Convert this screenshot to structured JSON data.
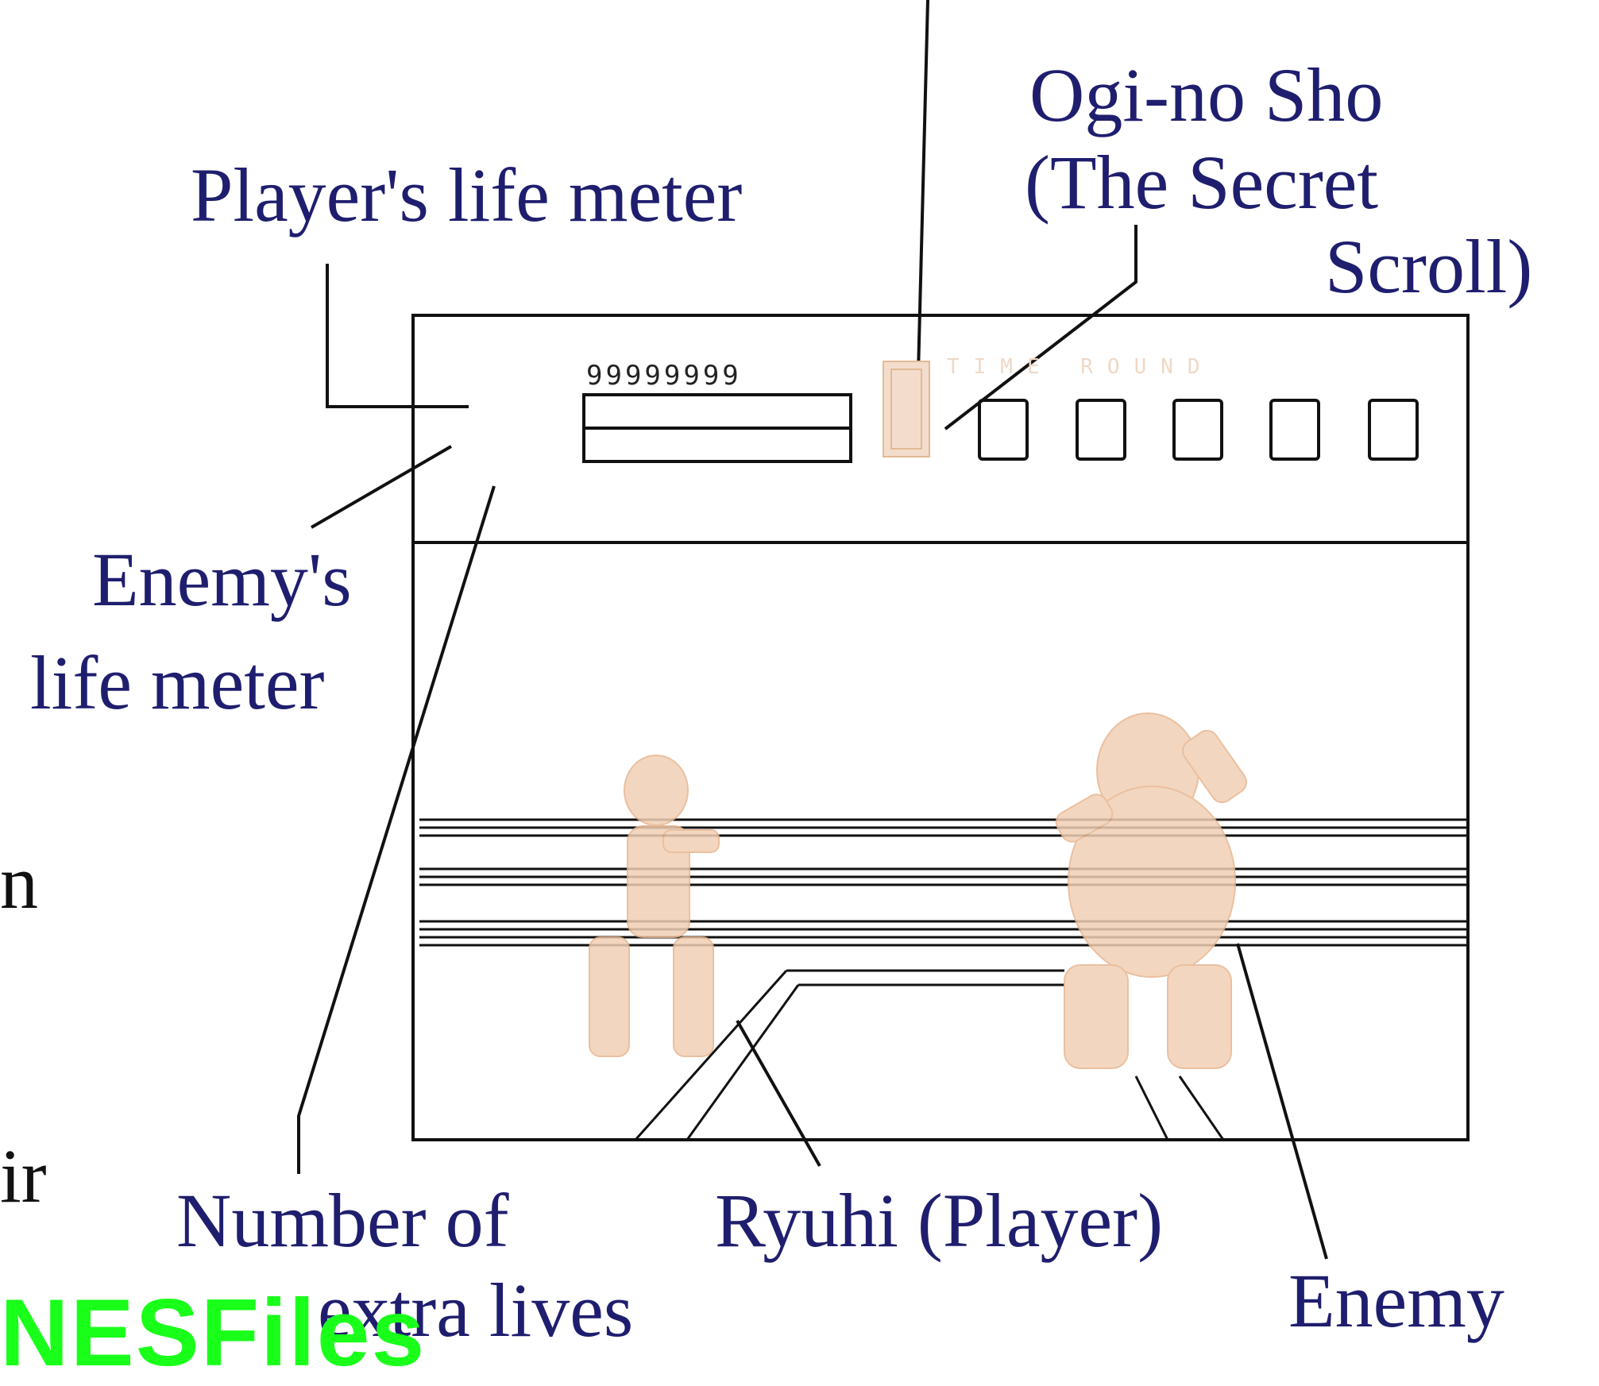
{
  "labels": {
    "ogi_no_sho": "Ogi-no Sho",
    "secret_scroll_1": "(The Secret",
    "secret_scroll_2": "Scroll)",
    "player_life": "Player's life meter",
    "enemy_life_1": "Enemy's",
    "enemy_life_2": "life meter",
    "lives_1": "Number of",
    "lives_2": "extra lives",
    "ryuhi": "Ryuhi (Player)",
    "enemy": "Enemy"
  },
  "hud": {
    "score": "99999999"
  },
  "edge_text": [
    "n",
    "ir"
  ],
  "watermark": "NESFiles",
  "colors": {
    "label_text": "#1f1e6e",
    "figure_fill": "#f1cfb4",
    "watermark": "#19ff1a"
  }
}
